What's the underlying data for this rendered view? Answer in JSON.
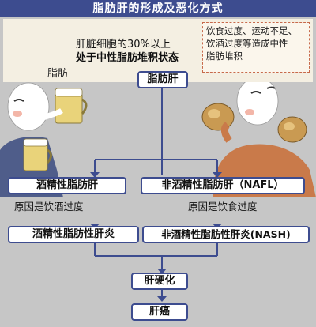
{
  "title": "脂肪肝的形成及恶化方式",
  "top_panel": {
    "liver_label": "脂肪",
    "description_line1": "肝脏细胞的30%以上",
    "description_line2": "处于中性脂肪堆积状态",
    "causes_line1": "饮食过度、运动不足、",
    "causes_line2": "饮酒过度等造成中性",
    "causes_line3": "脂肪堆积"
  },
  "nodes": {
    "fatty_liver": "脂肪肝",
    "alcoholic_fatty_liver": "酒精性脂肪肝",
    "alcoholic_cause": "原因是饮酒过度",
    "alcoholic_hepatitis": "酒精性脂肪性肝炎",
    "nafl": "非酒精性脂肪肝（NAFL）",
    "nafl_cause": "原因是饮食过度",
    "nash": "非酒精性脂肪性肝炎(NASH)",
    "cirrhosis": "肝硬化",
    "cancer": "肝癌"
  },
  "colors": {
    "title_bg": "#3d4c8f",
    "arrow": "#3d4c8f",
    "liver": "#d8c98a",
    "background": "#c6c6c6"
  }
}
